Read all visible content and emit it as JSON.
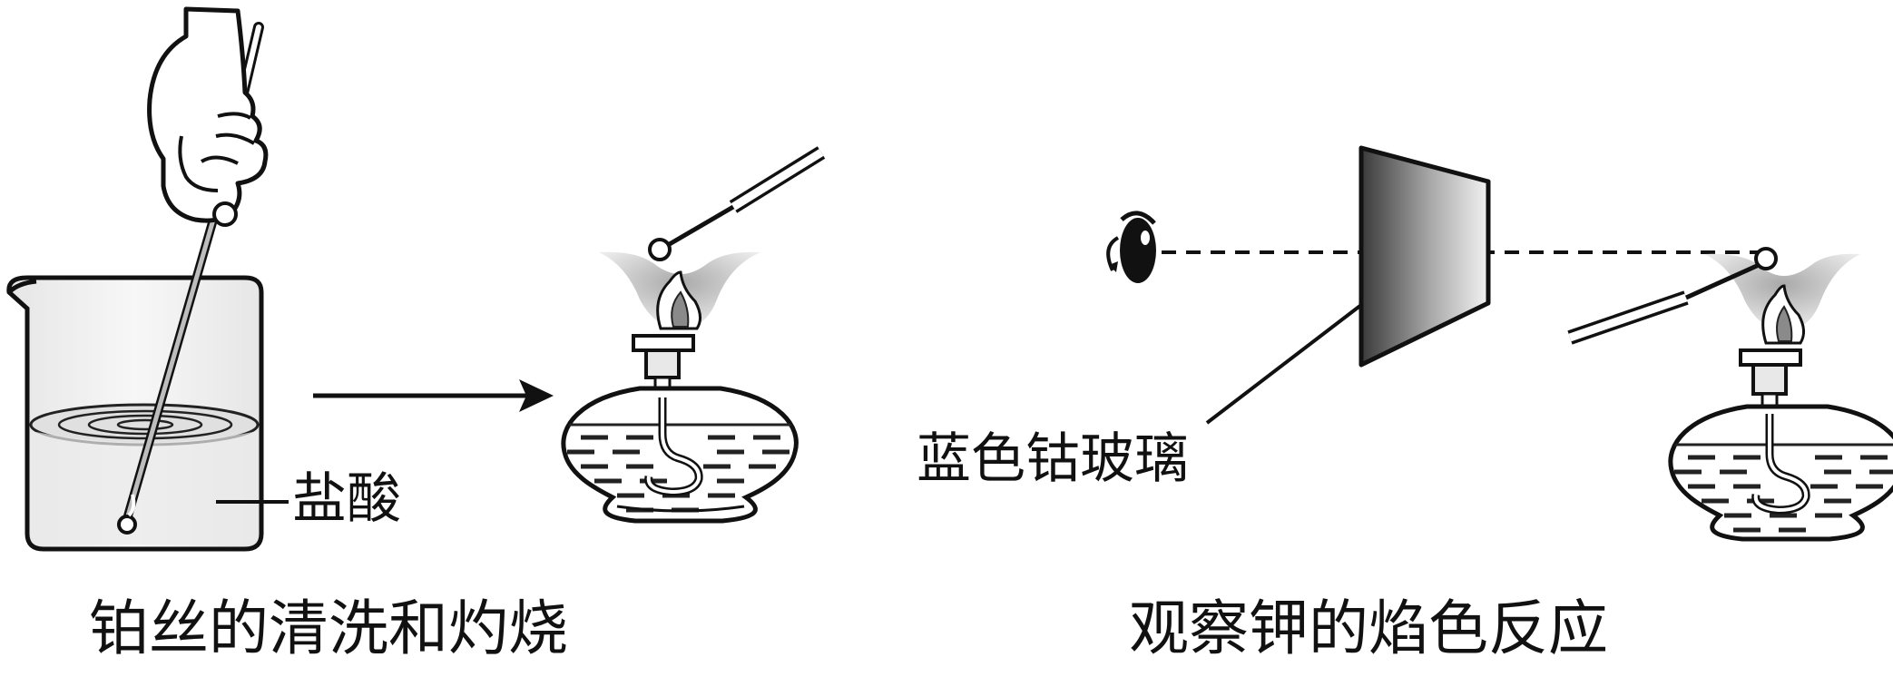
{
  "labels": {
    "hydrochloric_acid": "盐酸",
    "blue_cobalt_glass": "蓝色钴玻璃"
  },
  "captions": {
    "left": "铂丝的清洗和灼烧",
    "right": "观察钾的焰色反应"
  },
  "colors": {
    "stroke": "#111111",
    "liquid_lines": "#222222",
    "glass_dark": "#3a3a3a",
    "glass_light": "#f2f2f2",
    "beaker_fill": "#efefef"
  }
}
